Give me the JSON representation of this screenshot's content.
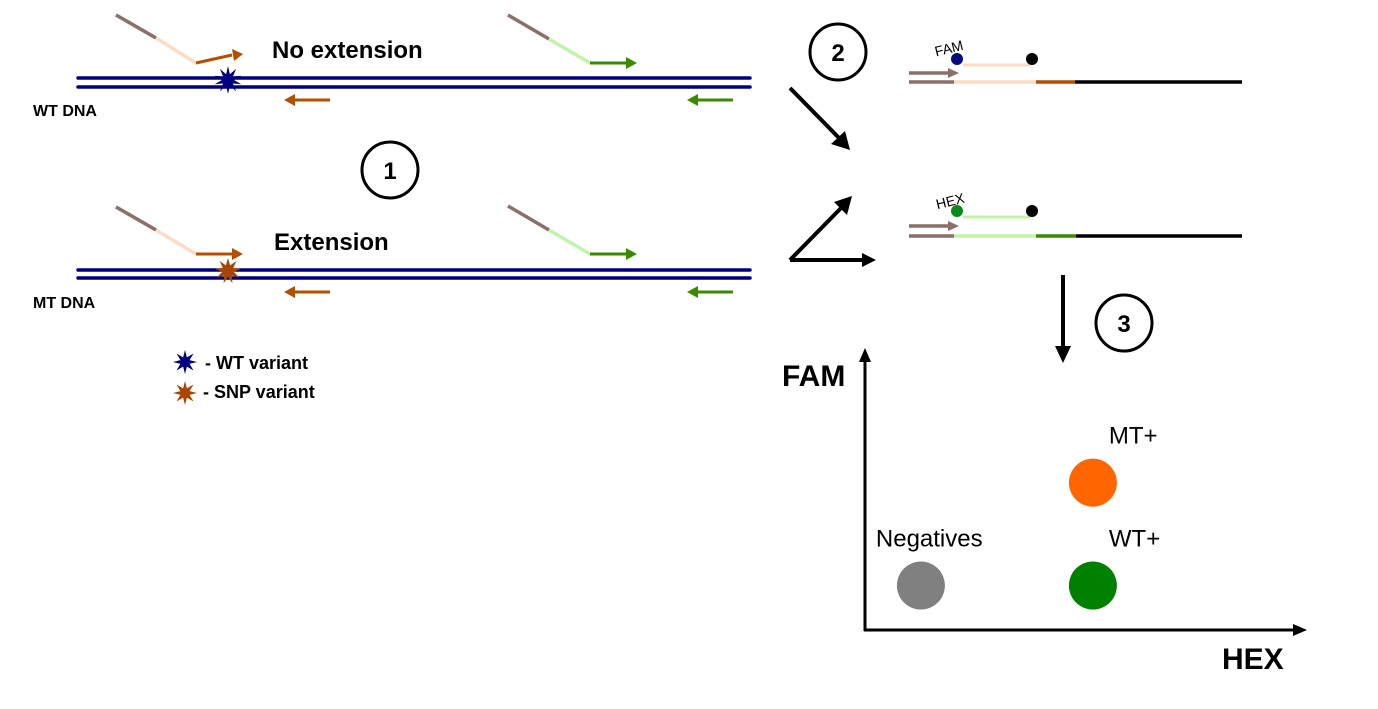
{
  "colors": {
    "dna_strand": "#00007f",
    "wt_star": "#00007f",
    "snp_star": "#a84500",
    "tail_brown": "#8c6e6a",
    "fam_allele_light": "#fcdcc4",
    "fam_allele_arrow": "#b44f00",
    "hex_allele_light": "#c0f5a8",
    "hex_allele_arrow": "#3a8a00",
    "fam_dye": "#0a0a7e",
    "hex_dye": "#0a8a18",
    "quencher": "#000000",
    "step_arrow": "#000000",
    "mt_cluster": "#ff6600",
    "wt_cluster": "#008000",
    "negative_cluster": "#808080"
  },
  "panel1": {
    "wt_row": {
      "dna_label": "WT DNA",
      "outcome_label": "No extension"
    },
    "mt_row": {
      "dna_label": "MT DNA",
      "outcome_label": "Extension"
    },
    "step_number": "1"
  },
  "legend": {
    "items": [
      {
        "icon": "blue-star-icon",
        "label": "- WT variant"
      },
      {
        "icon": "orange-star-icon",
        "label": "- SNP variant"
      }
    ]
  },
  "panel2": {
    "step_number": "2",
    "fam_reporter": {
      "dye_label": "FAM"
    },
    "hex_reporter": {
      "dye_label": "HEX"
    }
  },
  "panel3": {
    "step_number": "3"
  },
  "chart_data": {
    "type": "scatter",
    "title": "",
    "xlabel": "HEX",
    "ylabel": "FAM",
    "grid": false,
    "xlim": [
      0,
      1
    ],
    "ylim": [
      0,
      1
    ],
    "series": [
      {
        "name": "Negatives",
        "label": "Negatives",
        "x": 0.13,
        "y": 0.16,
        "color": "#808080"
      },
      {
        "name": "WT+",
        "label": "WT+",
        "x": 0.53,
        "y": 0.16,
        "color": "#008000"
      },
      {
        "name": "MT+",
        "label": "MT+",
        "x": 0.53,
        "y": 0.53,
        "color": "#ff6600"
      }
    ]
  }
}
